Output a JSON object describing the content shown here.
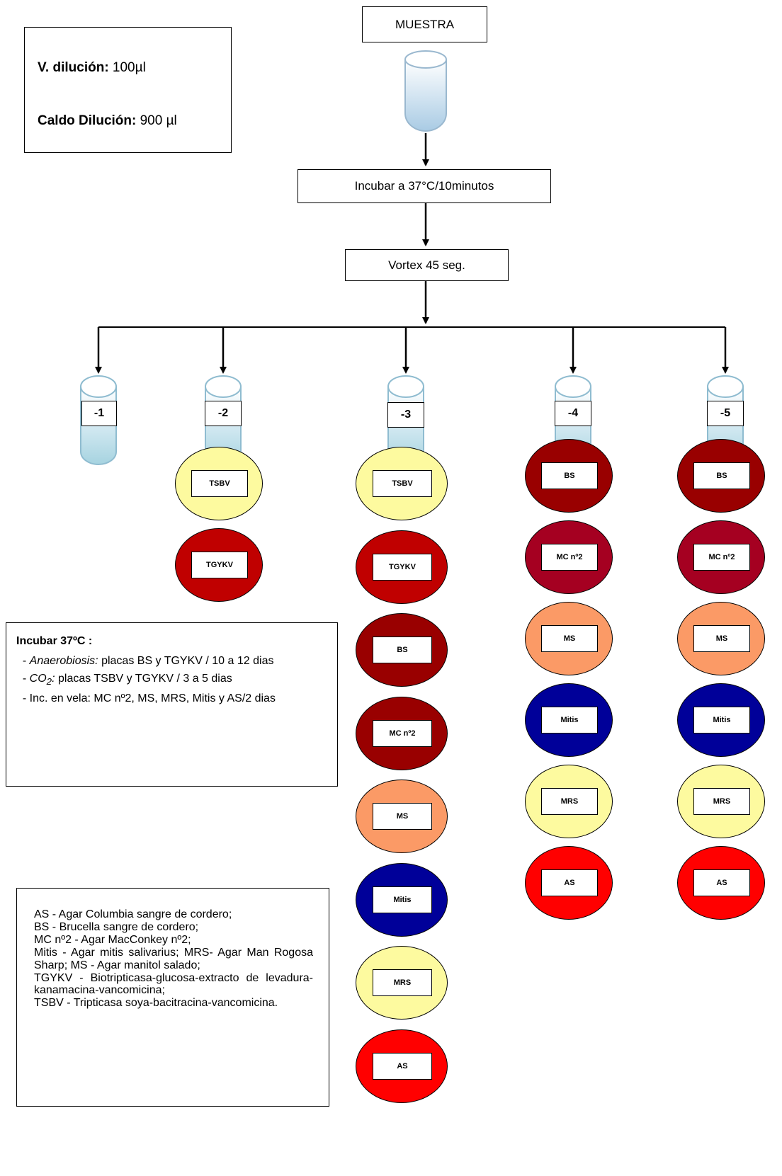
{
  "params": {
    "v_dilucion_label": "V. dilución:",
    "v_dilucion_value": " 100µl",
    "caldo_label": "Caldo Dilución:",
    "caldo_value": " 900 µl"
  },
  "flow": {
    "sample": "MUESTRA",
    "incubate": "Incubar a 37°C/10minutos",
    "vortex": "Vortex 45 seg."
  },
  "tubes": [
    {
      "label": "-1",
      "plates": []
    },
    {
      "label": "-2",
      "plates": [
        {
          "label": "TSBV",
          "color": "#fdfa9f"
        },
        {
          "label": "TGYKV",
          "color": "#c00000"
        }
      ]
    },
    {
      "label": "-3",
      "plates": [
        {
          "label": "TSBV",
          "color": "#fdfa9f"
        },
        {
          "label": "TGYKV",
          "color": "#c00000"
        },
        {
          "label": "BS",
          "color": "#990000"
        },
        {
          "label": "MC nº2",
          "color": "#990000"
        },
        {
          "label": "MS",
          "color": "#fb9a66"
        },
        {
          "label": "Mitis",
          "color": "#000099"
        },
        {
          "label": "MRS",
          "color": "#fdfa9f"
        },
        {
          "label": "AS",
          "color": "#ff0000"
        }
      ]
    },
    {
      "label": "-4",
      "plates": [
        {
          "label": "BS",
          "color": "#990000"
        },
        {
          "label": "MC nº2",
          "color": "#a50021"
        },
        {
          "label": "MS",
          "color": "#fb9a66"
        },
        {
          "label": "Mitis",
          "color": "#000099"
        },
        {
          "label": "MRS",
          "color": "#fdfa9f"
        },
        {
          "label": "AS",
          "color": "#ff0000"
        }
      ]
    },
    {
      "label": "-5",
      "plates": [
        {
          "label": "BS",
          "color": "#990000"
        },
        {
          "label": "MC nº2",
          "color": "#a50021"
        },
        {
          "label": "MS",
          "color": "#fb9a66"
        },
        {
          "label": "Mitis",
          "color": "#000099"
        },
        {
          "label": "MRS",
          "color": "#fdfa9f"
        },
        {
          "label": "AS",
          "color": "#ff0000"
        }
      ]
    }
  ],
  "incubation_notes": {
    "title": "Incubar 37ºC :",
    "line1_term": "Anaerobiosis:",
    "line1_text": " placas BS y TGYKV / 10 a 12 dias",
    "line2_term": "CO",
    "line2_sub": "2",
    "line2_colon": ":",
    "line2_text": " placas TSBV y TGYKV / 3 a 5 dias",
    "line3_text": "- Inc. en vela: MC nº2, MS, MRS, Mitis y AS/2 dias"
  },
  "legend": [
    "AS - Agar Columbia sangre de cordero;",
    "BS - Brucella sangre de cordero;",
    "MC nº2 - Agar MacConkey nº2;",
    "Mitis - Agar mitis salivarius; MRS- Agar Man Rogosa Sharp; MS - Agar manitol salado;",
    "TGYKV - Biotripticasa-glucosa-extracto de levadura-kanamacina-vancomicina;",
    "TSBV - Tripticasa soya-bacitracina-vancomicina."
  ]
}
